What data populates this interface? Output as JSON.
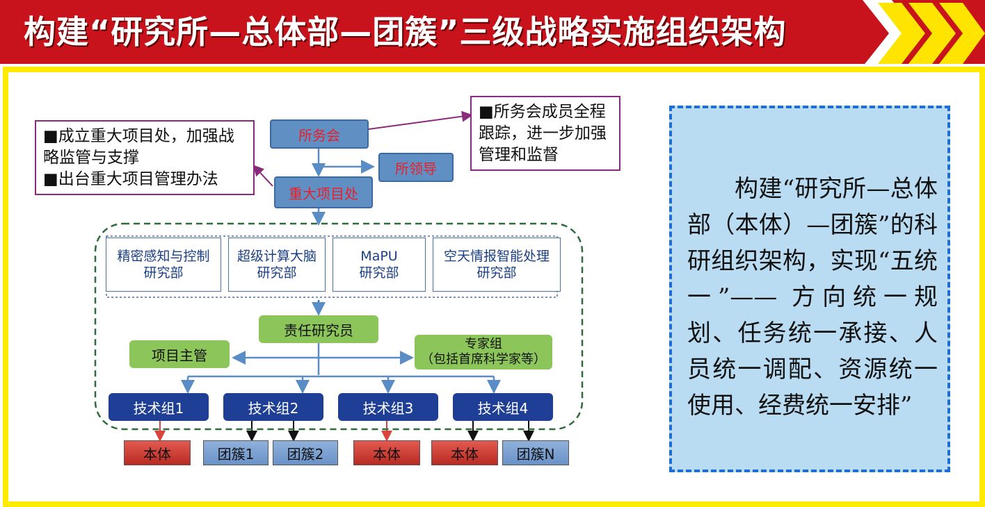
{
  "header": {
    "title": "构建“研究所—总体部—团簇”三级战略实施组织架构"
  },
  "nodes": {
    "suowuhui": "所务会",
    "suolingdao": "所领导",
    "zhongda": "重大项目处",
    "depts": [
      {
        "line1": "精密感知与控制",
        "line2": "研究部"
      },
      {
        "line1": "超级计算大脑",
        "line2": "研究部"
      },
      {
        "line1": "MaPU",
        "line2": "研究部"
      },
      {
        "line1": "空天情报智能处理",
        "line2": "研究部"
      }
    ],
    "zeren": "责任研究员",
    "xiangmu": "项目主管",
    "zhuanjia": {
      "line1": "专家组",
      "line2": "（包括首席科学家等）"
    },
    "tech_groups": [
      "技术组1",
      "技术组2",
      "技术组3",
      "技术组4"
    ],
    "outputs": [
      "本体",
      "团簇1",
      "团簇2",
      "本体",
      "本体",
      "团簇N"
    ]
  },
  "notes": {
    "left": [
      "■成立重大项目处，加强战略监管与支撑",
      "■出台重大项目管理办法"
    ],
    "right": "■所务会成员全程跟踪，进一步加强管理和监督"
  },
  "side_panel": {
    "text": "构建“研究所—总体部（本体）—团簇”的科研组织架构，实现“五统一”—— 方向统一规划、任务统一承接、人员统一调配、资源统一使用、经费统一安排”"
  },
  "colors": {
    "header_red": "#c8121c",
    "frame_yellow": "#ffea00",
    "node_blue": "#5f8fc3",
    "node_green": "#8cc55a",
    "tech_navy": "#1f3f97",
    "panel_blue": "#b9dcf2"
  }
}
